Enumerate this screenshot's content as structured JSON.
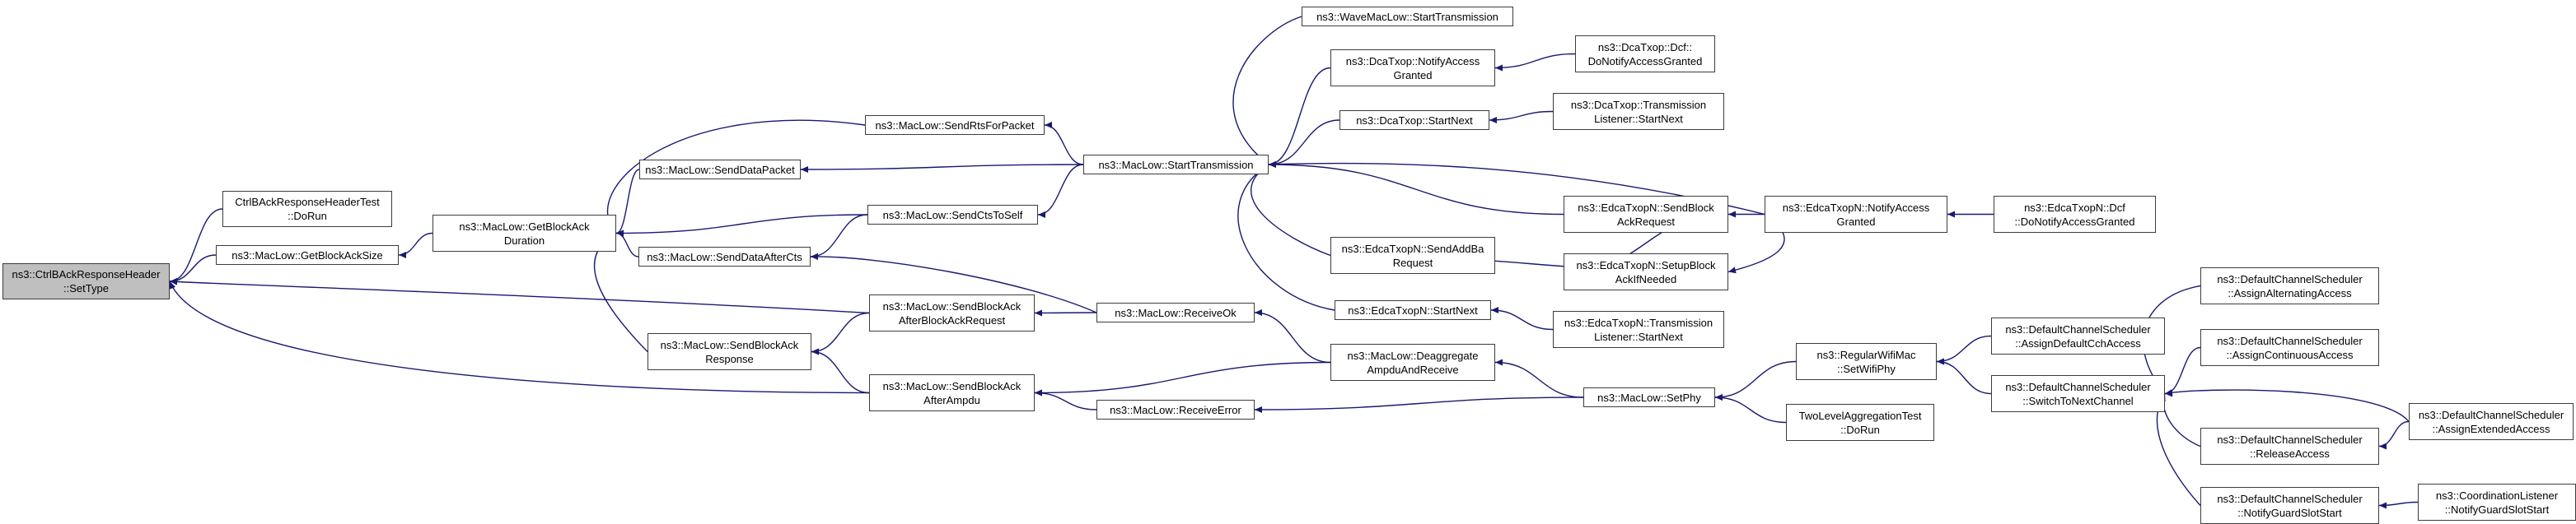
{
  "colors": {
    "edge": "#191970",
    "node_border": "#3c3c3c",
    "root_fill": "#bfbfbf",
    "node_fill": "#ffffff"
  },
  "nodes": [
    {
      "id": "root",
      "lines": [
        "ns3::CtrlBAckResponseHeader",
        "::SetType"
      ]
    },
    {
      "id": "ctrltest",
      "lines": [
        "CtrlBAckResponseHeaderTest",
        "::DoRun"
      ]
    },
    {
      "id": "getsize",
      "lines": [
        "ns3::MacLow::GetBlockAckSize"
      ]
    },
    {
      "id": "getdur",
      "lines": [
        "ns3::MacLow::GetBlockAck",
        "Duration"
      ]
    },
    {
      "id": "senddata",
      "lines": [
        "ns3::MacLow::SendDataPacket"
      ]
    },
    {
      "id": "sendafter",
      "lines": [
        "ns3::MacLow::SendDataAfterCts"
      ]
    },
    {
      "id": "sendresp",
      "lines": [
        "ns3::MacLow::SendBlockAck",
        "Response"
      ]
    },
    {
      "id": "rts",
      "lines": [
        "ns3::MacLow::SendRtsForPacket"
      ]
    },
    {
      "id": "cts",
      "lines": [
        "ns3::MacLow::SendCtsToSelf"
      ]
    },
    {
      "id": "baafterreq",
      "lines": [
        "ns3::MacLow::SendBlockAck",
        "AfterBlockAckRequest"
      ]
    },
    {
      "id": "baafterampdu",
      "lines": [
        "ns3::MacLow::SendBlockAck",
        "AfterAmpdu"
      ]
    },
    {
      "id": "start",
      "lines": [
        "ns3::MacLow::StartTransmission"
      ]
    },
    {
      "id": "recvok",
      "lines": [
        "ns3::MacLow::ReceiveOk"
      ]
    },
    {
      "id": "recverr",
      "lines": [
        "ns3::MacLow::ReceiveError"
      ]
    },
    {
      "id": "wave",
      "lines": [
        "ns3::WaveMacLow::StartTransmission"
      ]
    },
    {
      "id": "dcanotify",
      "lines": [
        "ns3::DcaTxop::NotifyAccess",
        "Granted"
      ]
    },
    {
      "id": "dcastart",
      "lines": [
        "ns3::DcaTxop::StartNext"
      ]
    },
    {
      "id": "edcasbar",
      "lines": [
        "ns3::EdcaTxopN::SendBlock",
        "AckRequest"
      ]
    },
    {
      "id": "edcaaddba",
      "lines": [
        "ns3::EdcaTxopN::SendAddBa",
        "Request"
      ]
    },
    {
      "id": "edcasetup",
      "lines": [
        "ns3::EdcaTxopN::SetupBlock",
        "AckIfNeeded"
      ]
    },
    {
      "id": "edcastart",
      "lines": [
        "ns3::EdcaTxopN::StartNext"
      ]
    },
    {
      "id": "deagg",
      "lines": [
        "ns3::MacLow::Deaggregate",
        "AmpduAndReceive"
      ]
    },
    {
      "id": "setphy",
      "lines": [
        "ns3::MacLow::SetPhy"
      ]
    },
    {
      "id": "dcadcf",
      "lines": [
        "ns3::DcaTxop::Dcf::",
        "DoNotifyAccessGranted"
      ]
    },
    {
      "id": "dcatl",
      "lines": [
        "ns3::DcaTxop::Transmission",
        "Listener::StartNext"
      ]
    },
    {
      "id": "edcanotify",
      "lines": [
        "ns3::EdcaTxopN::NotifyAccess",
        "Granted"
      ]
    },
    {
      "id": "edcatl",
      "lines": [
        "ns3::EdcaTxopN::Transmission",
        "Listener::StartNext"
      ]
    },
    {
      "id": "edcadcf",
      "lines": [
        "ns3::EdcaTxopN::Dcf",
        "::DoNotifyAccessGranted"
      ]
    },
    {
      "id": "regwifi",
      "lines": [
        "ns3::RegularWifiMac",
        "::SetWifiPhy"
      ]
    },
    {
      "id": "twolevel",
      "lines": [
        "TwoLevelAggregationTest",
        "::DoRun"
      ]
    },
    {
      "id": "dcs_assigndef",
      "lines": [
        "ns3::DefaultChannelScheduler",
        "::AssignDefaultCchAccess"
      ]
    },
    {
      "id": "dcs_switch",
      "lines": [
        "ns3::DefaultChannelScheduler",
        "::SwitchToNextChannel"
      ]
    },
    {
      "id": "dcs_alt",
      "lines": [
        "ns3::DefaultChannelScheduler",
        "::AssignAlternatingAccess"
      ]
    },
    {
      "id": "dcs_cont",
      "lines": [
        "ns3::DefaultChannelScheduler",
        "::AssignContinuousAccess"
      ]
    },
    {
      "id": "dcs_release",
      "lines": [
        "ns3::DefaultChannelScheduler",
        "::ReleaseAccess"
      ]
    },
    {
      "id": "dcs_guard",
      "lines": [
        "ns3::DefaultChannelScheduler",
        "::NotifyGuardSlotStart"
      ]
    },
    {
      "id": "dcs_ext",
      "lines": [
        "ns3::DefaultChannelScheduler",
        "::AssignExtendedAccess"
      ]
    },
    {
      "id": "coord",
      "lines": [
        "ns3::CoordinationListener",
        "::NotifyGuardSlotStart"
      ]
    }
  ],
  "edges": [
    {
      "from": "ctrltest",
      "to": "root"
    },
    {
      "from": "getsize",
      "to": "root"
    },
    {
      "from": "baafterreq",
      "to": "root"
    },
    {
      "from": "baafterampdu",
      "to": "root"
    },
    {
      "from": "getdur",
      "to": "getsize"
    },
    {
      "from": "rts",
      "to": "getdur"
    },
    {
      "from": "senddata",
      "to": "getdur"
    },
    {
      "from": "cts",
      "to": "getdur"
    },
    {
      "from": "sendafter",
      "to": "getdur"
    },
    {
      "from": "sendresp",
      "to": "getdur"
    },
    {
      "from": "start",
      "to": "rts"
    },
    {
      "from": "start",
      "to": "senddata"
    },
    {
      "from": "start",
      "to": "cts"
    },
    {
      "from": "cts",
      "to": "sendafter"
    },
    {
      "from": "recvok",
      "to": "sendafter"
    },
    {
      "from": "baafterreq",
      "to": "sendresp"
    },
    {
      "from": "baafterampdu",
      "to": "sendresp"
    },
    {
      "from": "recvok",
      "to": "baafterreq"
    },
    {
      "from": "deagg",
      "to": "baafterampdu"
    },
    {
      "from": "recverr",
      "to": "baafterampdu"
    },
    {
      "from": "wave",
      "to": "start"
    },
    {
      "from": "dcanotify",
      "to": "start"
    },
    {
      "from": "dcastart",
      "to": "start"
    },
    {
      "from": "edcanotify",
      "to": "start"
    },
    {
      "from": "edcasbar",
      "to": "start"
    },
    {
      "from": "edcaaddba",
      "to": "start"
    },
    {
      "from": "edcastart",
      "to": "start"
    },
    {
      "from": "deagg",
      "to": "recvok"
    },
    {
      "from": "setphy",
      "to": "deagg"
    },
    {
      "from": "setphy",
      "to": "recverr"
    },
    {
      "from": "dcadcf",
      "to": "dcanotify"
    },
    {
      "from": "dcatl",
      "to": "dcastart"
    },
    {
      "from": "edcanotify",
      "to": "edcasbar"
    },
    {
      "from": "edcasetup",
      "to": "edcasbar"
    },
    {
      "from": "edcaaddba",
      "to": "edcasetup"
    },
    {
      "from": "edcanotify",
      "to": "edcasetup"
    },
    {
      "from": "edcatl",
      "to": "edcastart"
    },
    {
      "from": "edcadcf",
      "to": "edcanotify"
    },
    {
      "from": "regwifi",
      "to": "setphy"
    },
    {
      "from": "twolevel",
      "to": "setphy"
    },
    {
      "from": "dcs_assigndef",
      "to": "regwifi"
    },
    {
      "from": "dcs_switch",
      "to": "regwifi"
    },
    {
      "from": "dcs_alt",
      "to": "dcs_switch"
    },
    {
      "from": "dcs_cont",
      "to": "dcs_switch"
    },
    {
      "from": "dcs_release",
      "to": "dcs_switch"
    },
    {
      "from": "dcs_guard",
      "to": "dcs_switch"
    },
    {
      "from": "dcs_ext",
      "to": "dcs_switch"
    },
    {
      "from": "dcs_ext",
      "to": "dcs_release"
    },
    {
      "from": "coord",
      "to": "dcs_guard"
    }
  ]
}
